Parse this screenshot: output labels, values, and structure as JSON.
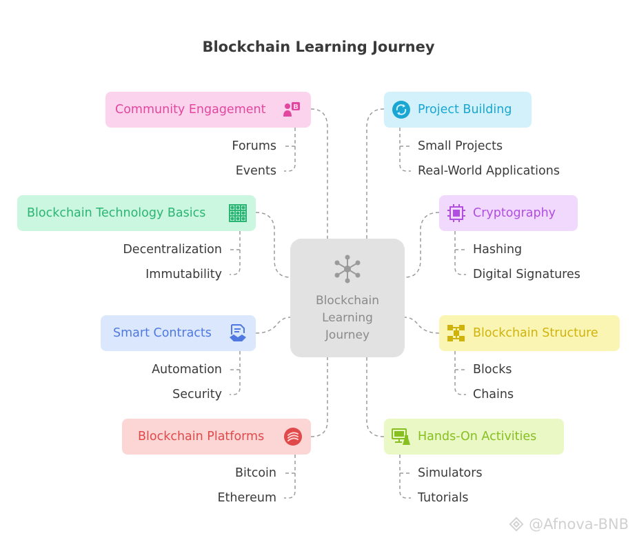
{
  "title": "Blockchain Learning Journey",
  "center": {
    "lines": [
      "Blockchain",
      "Learning",
      "Journey"
    ],
    "icon": "network-hub-icon",
    "color": "#e2e2e2"
  },
  "branches": [
    {
      "id": "community",
      "label": "Community Engagement",
      "icon": "people-bitcoin-icon",
      "bg": "#fcd3ec",
      "fg": "#e2479f",
      "leaves": [
        "Forums",
        "Events"
      ]
    },
    {
      "id": "basics",
      "label": "Blockchain Technology Basics",
      "icon": "grid-nodes-icon",
      "bg": "#cbf6df",
      "fg": "#2bb574",
      "leaves": [
        "Decentralization",
        "Immutability"
      ]
    },
    {
      "id": "smart",
      "label": "Smart Contracts",
      "icon": "contract-handshake-icon",
      "bg": "#dbe7fd",
      "fg": "#4f79e0",
      "leaves": [
        "Automation",
        "Security"
      ]
    },
    {
      "id": "platforms",
      "label": "Blockchain Platforms",
      "icon": "platform-coin-icon",
      "bg": "#fcd5d5",
      "fg": "#e04a4a",
      "leaves": [
        "Bitcoin",
        "Ethereum"
      ]
    },
    {
      "id": "project",
      "label": "Project Building",
      "icon": "sync-circle-icon",
      "bg": "#d2f1fb",
      "fg": "#1aa6d2",
      "leaves": [
        "Small Projects",
        "Real-World Applications"
      ]
    },
    {
      "id": "crypto",
      "label": "Cryptography",
      "icon": "chip-icon",
      "bg": "#f0d9fd",
      "fg": "#b04ee0",
      "leaves": [
        "Hashing",
        "Digital Signatures"
      ]
    },
    {
      "id": "structure",
      "label": "Blockchain Structure",
      "icon": "chain-blocks-icon",
      "bg": "#fbf5b4",
      "fg": "#cfb30c",
      "leaves": [
        "Blocks",
        "Chains"
      ]
    },
    {
      "id": "handson",
      "label": "Hands-On Activities",
      "icon": "monitor-flask-icon",
      "bg": "#e9f8c5",
      "fg": "#86bf1f",
      "leaves": [
        "Simulators",
        "Tutorials"
      ]
    }
  ],
  "watermark": "@Afnova-BNB"
}
